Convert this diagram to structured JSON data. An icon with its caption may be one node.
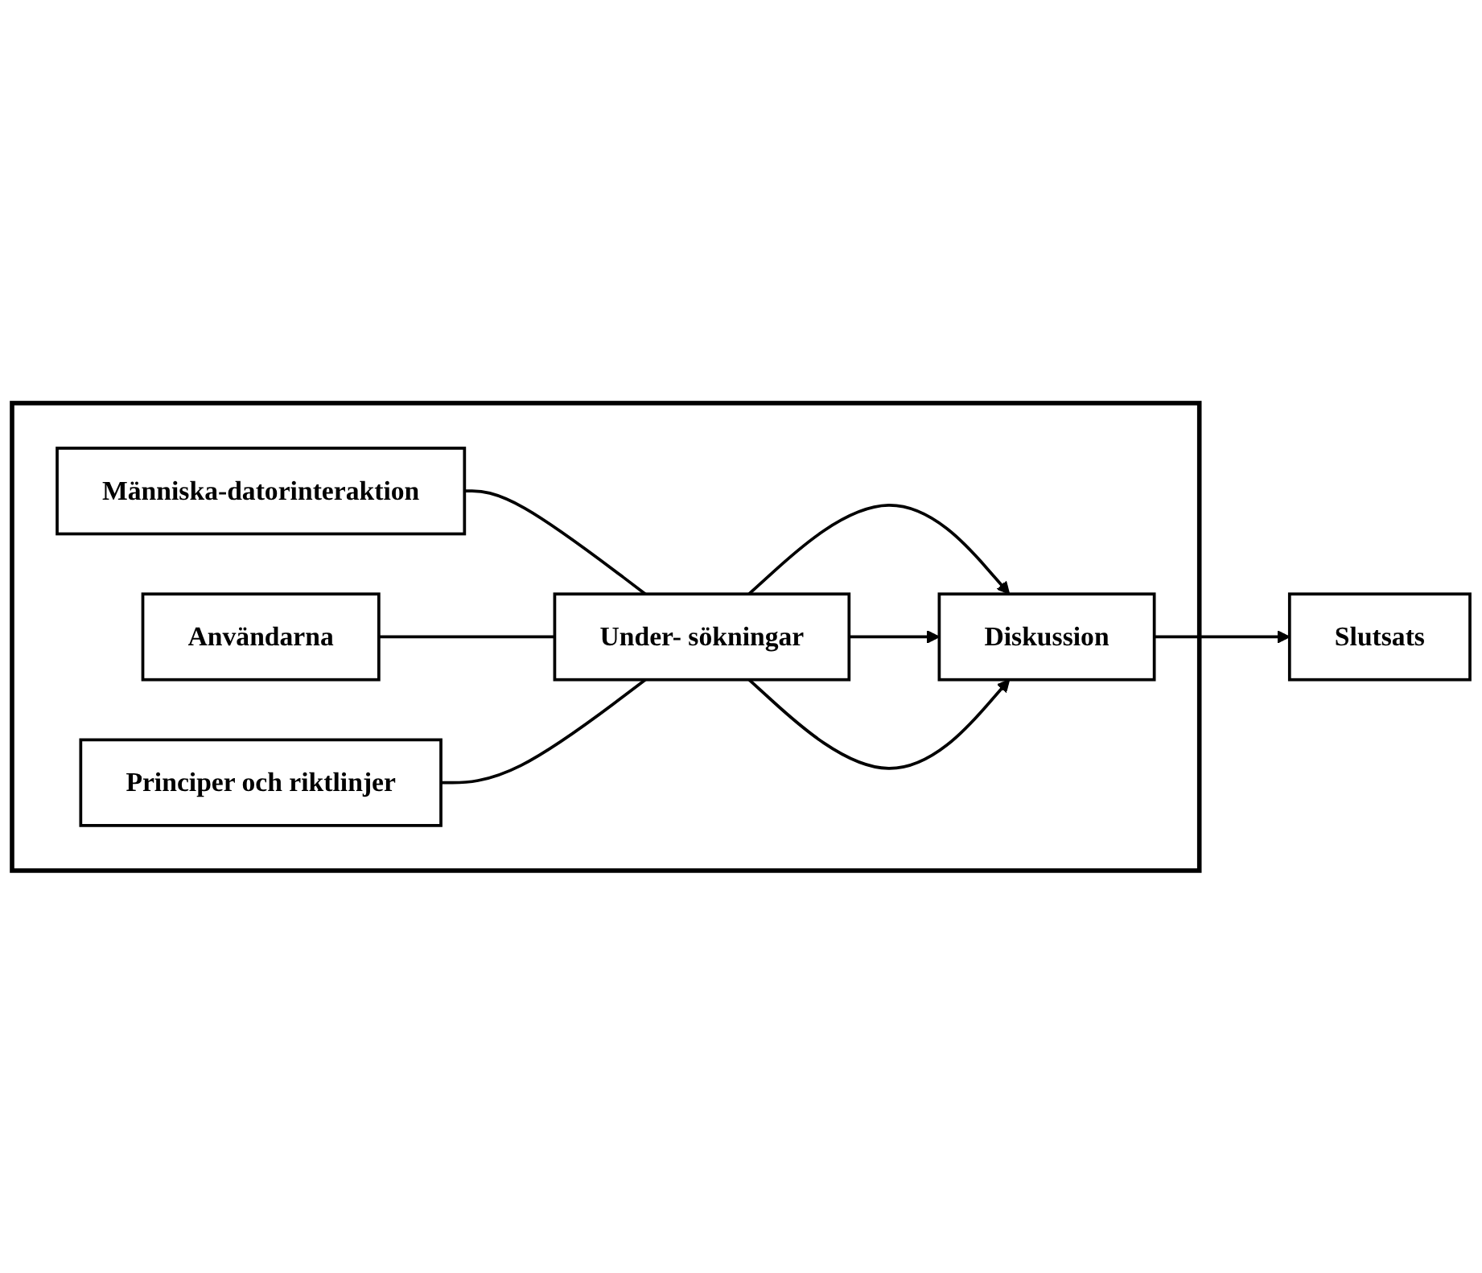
{
  "diagram": {
    "nodes": [
      {
        "text": [],
        "shape": "box"
      },
      {
        "text": [
          "Människa-datorinteraktion"
        ],
        "in": 0
      },
      {
        "text": [
          "Användarna"
        ],
        "in": 0
      },
      {
        "text": [
          "Principer och riktlinjer"
        ],
        "in": 0
      },
      {
        "text": [
          "Under- sökningar"
        ],
        "in": 0
      },
      {
        "text": [
          "Diskussion"
        ],
        "in": 0
      },
      {
        "text": [
          "Slutsats"
        ]
      }
    ],
    "edges": [
      {
        "from": 1,
        "to": 4,
        "arrow": "none"
      },
      {
        "from": 2,
        "to": 4,
        "arrow": "none"
      },
      {
        "from": 3,
        "to": 4,
        "arrow": "none"
      },
      {
        "from": 4,
        "to": 5,
        "arrow": "to"
      },
      {
        "from": 4,
        "to": 5,
        "arrow": "to"
      },
      {
        "from": 4,
        "to": 5,
        "arrow": "to"
      },
      {
        "from": 5,
        "to": 6,
        "arrow": "to"
      }
    ]
  }
}
